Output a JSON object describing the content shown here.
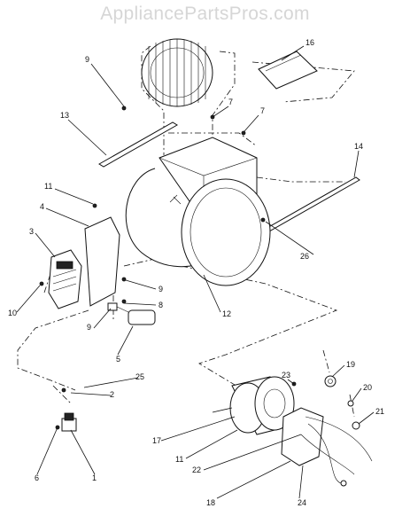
{
  "watermark": "AppliancePartsPros.com",
  "callouts": [
    "1",
    "2",
    "3",
    "4",
    "5",
    "6",
    "7",
    "7",
    "8",
    "9",
    "9",
    "9",
    "10",
    "11",
    "11",
    "12",
    "13",
    "14",
    "16",
    "17",
    "18",
    "19",
    "20",
    "21",
    "22",
    "23",
    "24",
    "25",
    "26"
  ]
}
